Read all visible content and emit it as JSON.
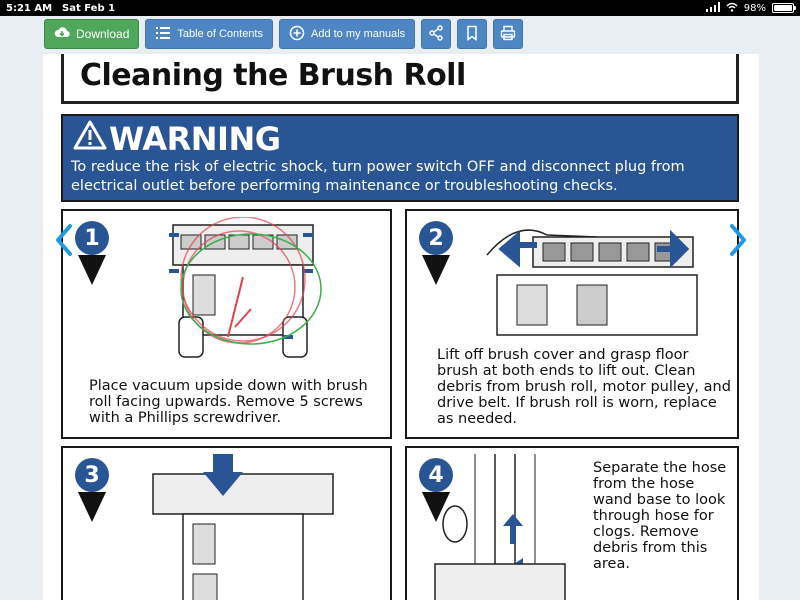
{
  "status_bar": {
    "time": "5:21 AM",
    "date": "Sat Feb 1",
    "battery": "98%",
    "battery_level": 0.98
  },
  "toolbar": {
    "download_label": "Download",
    "toc_label": "Table of Contents",
    "add_label": "Add to my manuals"
  },
  "page": {
    "title": "Cleaning the Brush Roll",
    "warning_title": "WARNING",
    "warning_text": "To reduce the risk of electric shock, turn power switch OFF and disconnect plug from electrical outlet before performing maintenance or troubleshooting checks.",
    "steps": [
      {
        "number": "1",
        "text": "Place vacuum upside down with brush roll facing upwards. Remove 5 screws with a Phillips screwdriver."
      },
      {
        "number": "2",
        "text": "Lift off brush cover and grasp floor brush at both ends to lift out. Clean debris from brush roll, motor pulley, and drive belt. If brush roll is worn, replace as needed."
      },
      {
        "number": "3",
        "text": ""
      },
      {
        "number": "4",
        "text": "Separate the hose from the hose wand base to look through hose for clogs. Remove debris from this area."
      }
    ]
  },
  "icons": {
    "download": "cloud-download-icon",
    "toc": "list-icon",
    "add": "plus-circle-icon",
    "share": "share-icon",
    "bookmark": "bookmark-icon",
    "print": "printer-icon",
    "prev": "chevron-left-icon",
    "next": "chevron-right-icon"
  },
  "colors": {
    "accent_blue": "#4e86c4",
    "download_green": "#4ea75a",
    "warning_blue": "#2a5594",
    "nav_arrow": "#1e9be0"
  }
}
